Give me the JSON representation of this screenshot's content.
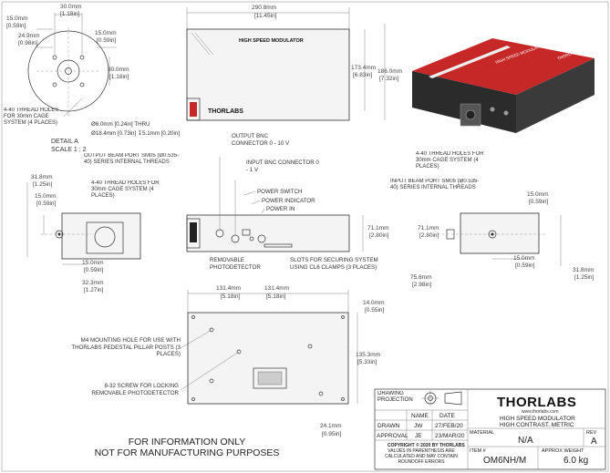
{
  "top_view": {
    "dim_width": "290.8mm",
    "dim_width_in": "[11.45in]",
    "dim_depth": "173.4mm",
    "dim_depth_in": "[6.83in]",
    "dim_depth2": "186.0mm",
    "dim_depth2_in": "[7.32in]",
    "label": "HIGH SPEED MODULATOR",
    "logo": "THORLABS"
  },
  "detail_a": {
    "dim_30_top": "30.0mm",
    "dim_30_top_in": "[1.18in]",
    "dim_15_left": "15.0mm",
    "dim_15_left_in": "[0.59in]",
    "dim_249": "24.9mm",
    "dim_249_in": "[0.98in]",
    "dim_15_right": "15.0mm",
    "dim_15_right_in": "[0.59in]",
    "dim_30_right": "30.0mm",
    "dim_30_right_in": "[1.18in]",
    "thread_note": "4-40 THREAD HOLES FOR 30mm CAGE SYSTEM (4 PLACES)",
    "hole1": "Ø6.0mm [0.24in] THRU",
    "hole2": "Ø18.4mm [0.73in] ↧5.1mm [0.20in]",
    "title": "DETAIL A",
    "scale": "SCALE 1 : 2"
  },
  "front_view": {
    "output_port": "OUTPUT BEAM PORT SM05 (Ø0.535-40) SERIES INTERNAL THREADS",
    "thread_note": "4-40 THREAD HOLES FOR 30mm CAGE SYSTEM (4 PLACES)",
    "dim_318": "31.8mm",
    "dim_318_in": "[1.25in]",
    "dim_15a": "15.0mm",
    "dim_15a_in": "[0.59in]",
    "dim_15b": "15.0mm",
    "dim_15b_in": "[0.59in]",
    "dim_323": "32.3mm",
    "dim_323_in": "[1.27in]"
  },
  "side_view": {
    "output_bnc": "OUTPUT BNC CONNECTOR 0 - 10 V",
    "input_bnc": "INPUT BNC CONNECTOR 0 - 1 V",
    "power_switch": "POWER SWITCH",
    "power_indicator": "POWER INDICATOR",
    "power_in": "POWER IN",
    "photodetector": "REMOVABLE PHOTODETECTOR",
    "slots": "SLOTS FOR SECURING SYSTEM USING CL6 CLAMPS (3 PLACES)",
    "dim_711": "71.1mm",
    "dim_711_in": "[2.80in]"
  },
  "back_view": {
    "thread_note": "4-40 THREAD HOLES FOR 30mm CAGE SYSTEM (4 PLACES)",
    "input_port": "INPUT BEAM PORT SM05 (Ø0.535-40) SERIES INTERNAL THREADS",
    "dim_711": "71.1mm",
    "dim_711_in": "[2.80in]",
    "dim_15a": "15.0mm",
    "dim_15a_in": "[0.59in]",
    "dim_15b": "15.0mm",
    "dim_15b_in": "[0.59in]",
    "dim_756": "75.6mm",
    "dim_756_in": "[2.98in]",
    "dim_318": "31.8mm",
    "dim_318_in": "[1.25in]"
  },
  "bottom_view": {
    "dim_1314a": "131.4mm",
    "dim_1314a_in": "[5.18in]",
    "dim_1314b": "131.4mm",
    "dim_1314b_in": "[5.18in]",
    "dim_14": "14.0mm",
    "dim_14_in": "[0.55in]",
    "dim_1353": "135.3mm",
    "dim_1353_in": "[5.33in]",
    "dim_241": "24.1mm",
    "dim_241_in": "[0.95in]",
    "m4_note": "M4 MOUNTING HOLE FOR USE WITH THORLABS PEDESTAL PILLAR POSTS (3 PLACES)",
    "screw_note": "8-32 SCREW FOR LOCKING REMOVABLE PHOTODETECTOR"
  },
  "disclaimer": {
    "line1": "FOR INFORMATION ONLY",
    "line2": "NOT FOR MANUFACTURING PURPOSES"
  },
  "title_block": {
    "drawing_projection": "DRAWING PROJECTION",
    "name_hdr": "NAME",
    "date_hdr": "DATE",
    "drawn": "DRAWN",
    "drawn_name": "JW",
    "drawn_date": "27/FEB/20",
    "approval": "APPROVAL",
    "approval_name": "JE",
    "approval_date": "23/MAR/20",
    "copyright": "COPYRIGHT © 2020 BY THORLABS",
    "rounding": "VALUES IN PARENTHESIS ARE CALCULATED AND MAY CONTAIN ROUNDOFF ERRORS",
    "logo": "THORLABS",
    "website": "www.thorlabs.com",
    "desc1": "HIGH SPEED MODULATOR",
    "desc2": "HIGH CONTRAST, METRIC",
    "material_hdr": "MATERIAL",
    "material": "N/A",
    "rev_hdr": "REV",
    "rev": "A",
    "item_hdr": "ITEM #",
    "item": "OM6NH/M",
    "weight_hdr": "APPROX WEIGHT",
    "weight": "6.0 kg"
  },
  "iso_view": {
    "label": "HIGH SPEED MODULATOR",
    "logo": "THORLABS"
  }
}
